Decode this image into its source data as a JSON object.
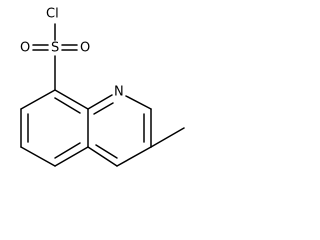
{
  "structure": {
    "atoms": {
      "chlorine": "Cl",
      "sulfur": "S",
      "oxygen_left": "O",
      "oxygen_right": "O",
      "nitrogen": "N"
    }
  },
  "colors": {
    "bond": "#000000",
    "label": "#000000",
    "background": "#ffffff"
  }
}
